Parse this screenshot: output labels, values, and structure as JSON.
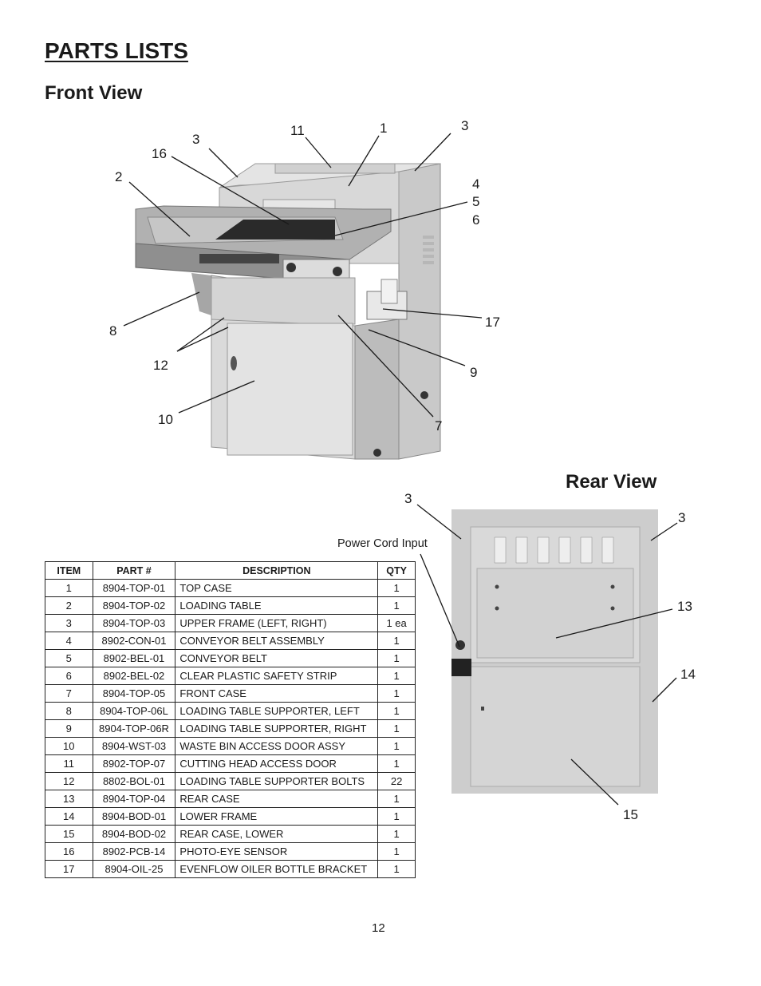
{
  "page": {
    "title": "PARTS LISTS",
    "page_number": "12"
  },
  "front_view": {
    "heading": "Front View",
    "callouts": [
      "11",
      "1",
      "3",
      "3",
      "16",
      "2",
      "4",
      "5",
      "6",
      "17",
      "8",
      "12",
      "9",
      "10",
      "7"
    ]
  },
  "rear_view": {
    "heading": "Rear View",
    "power_cord_label": "Power Cord Input",
    "callouts": [
      "3",
      "3",
      "13",
      "14",
      "15"
    ]
  },
  "parts_table": {
    "headers": [
      "ITEM",
      "PART #",
      "DESCRIPTION",
      "QTY"
    ],
    "rows": [
      [
        "1",
        "8904-TOP-01",
        "TOP CASE",
        "1"
      ],
      [
        "2",
        "8904-TOP-02",
        "LOADING TABLE",
        "1"
      ],
      [
        "3",
        "8904-TOP-03",
        "UPPER FRAME (LEFT, RIGHT)",
        "1 ea"
      ],
      [
        "4",
        "8902-CON-01",
        "CONVEYOR BELT ASSEMBLY",
        "1"
      ],
      [
        "5",
        "8902-BEL-01",
        "CONVEYOR BELT",
        "1"
      ],
      [
        "6",
        "8902-BEL-02",
        "CLEAR PLASTIC SAFETY STRIP",
        "1"
      ],
      [
        "7",
        "8904-TOP-05",
        "FRONT CASE",
        "1"
      ],
      [
        "8",
        "8904-TOP-06L",
        "LOADING TABLE SUPPORTER, LEFT",
        "1"
      ],
      [
        "9",
        "8904-TOP-06R",
        "LOADING TABLE SUPPORTER, RIGHT",
        "1"
      ],
      [
        "10",
        "8904-WST-03",
        "WASTE BIN ACCESS DOOR ASSY",
        "1"
      ],
      [
        "11",
        "8902-TOP-07",
        "CUTTING HEAD ACCESS DOOR",
        "1"
      ],
      [
        "12",
        "8802-BOL-01",
        "LOADING TABLE SUPPORTER BOLTS",
        "22"
      ],
      [
        "13",
        "8904-TOP-04",
        "REAR CASE",
        "1"
      ],
      [
        "14",
        "8904-BOD-01",
        "LOWER FRAME",
        "1"
      ],
      [
        "15",
        "8904-BOD-02",
        "REAR CASE, LOWER",
        "1"
      ],
      [
        "16",
        "8902-PCB-14",
        "PHOTO-EYE SENSOR",
        "1"
      ],
      [
        "17",
        "8904-OIL-25",
        "EVENFLOW OILER BOTTLE BRACKET",
        "1"
      ]
    ]
  }
}
